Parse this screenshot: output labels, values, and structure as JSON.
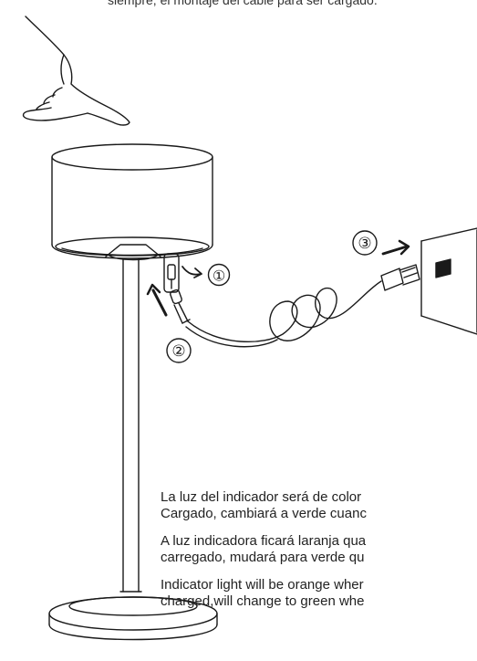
{
  "top_text": "siempre, el montaje del cable para ser cargado.",
  "steps": [
    "①",
    "②",
    "③"
  ],
  "instructions": [
    {
      "line1": "La luz del indicador será de color",
      "line2": "Cargado, cambiará a verde cuanc"
    },
    {
      "line1": "A luz indicadora ficará laranja qua",
      "line2": "carregado, mudará para verde qu"
    },
    {
      "line1": "Indicator light will be orange wher",
      "line2": "charged,will change to green whe"
    }
  ]
}
